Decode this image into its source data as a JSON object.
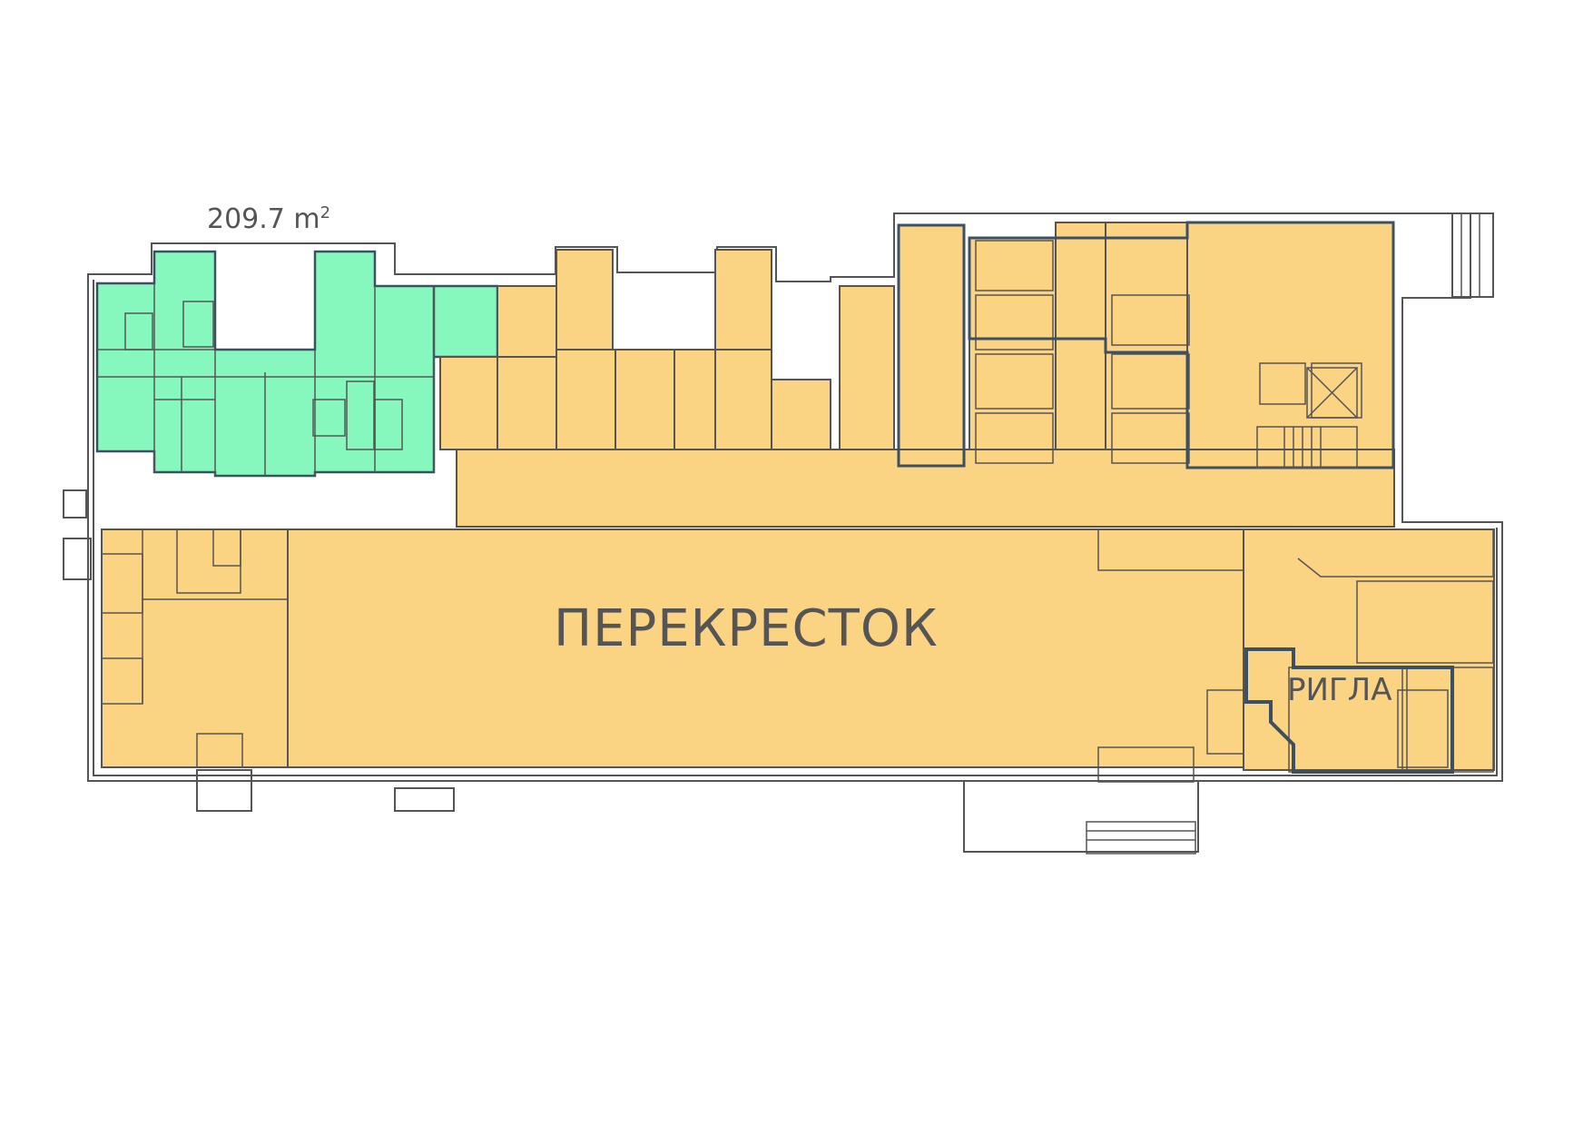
{
  "plan": {
    "highlighted_area": {
      "value": "209.7 m",
      "unit_superscript": "2"
    },
    "tenants": [
      {
        "name": "ПЕРЕКРЕСТОК"
      },
      {
        "name": "РИГЛА"
      }
    ]
  },
  "colors": {
    "available": "#86F8BE",
    "occupied": "#FAD383",
    "wall": "#555555",
    "bold_wall": "#3C5063",
    "background": "#FFFFFF"
  }
}
